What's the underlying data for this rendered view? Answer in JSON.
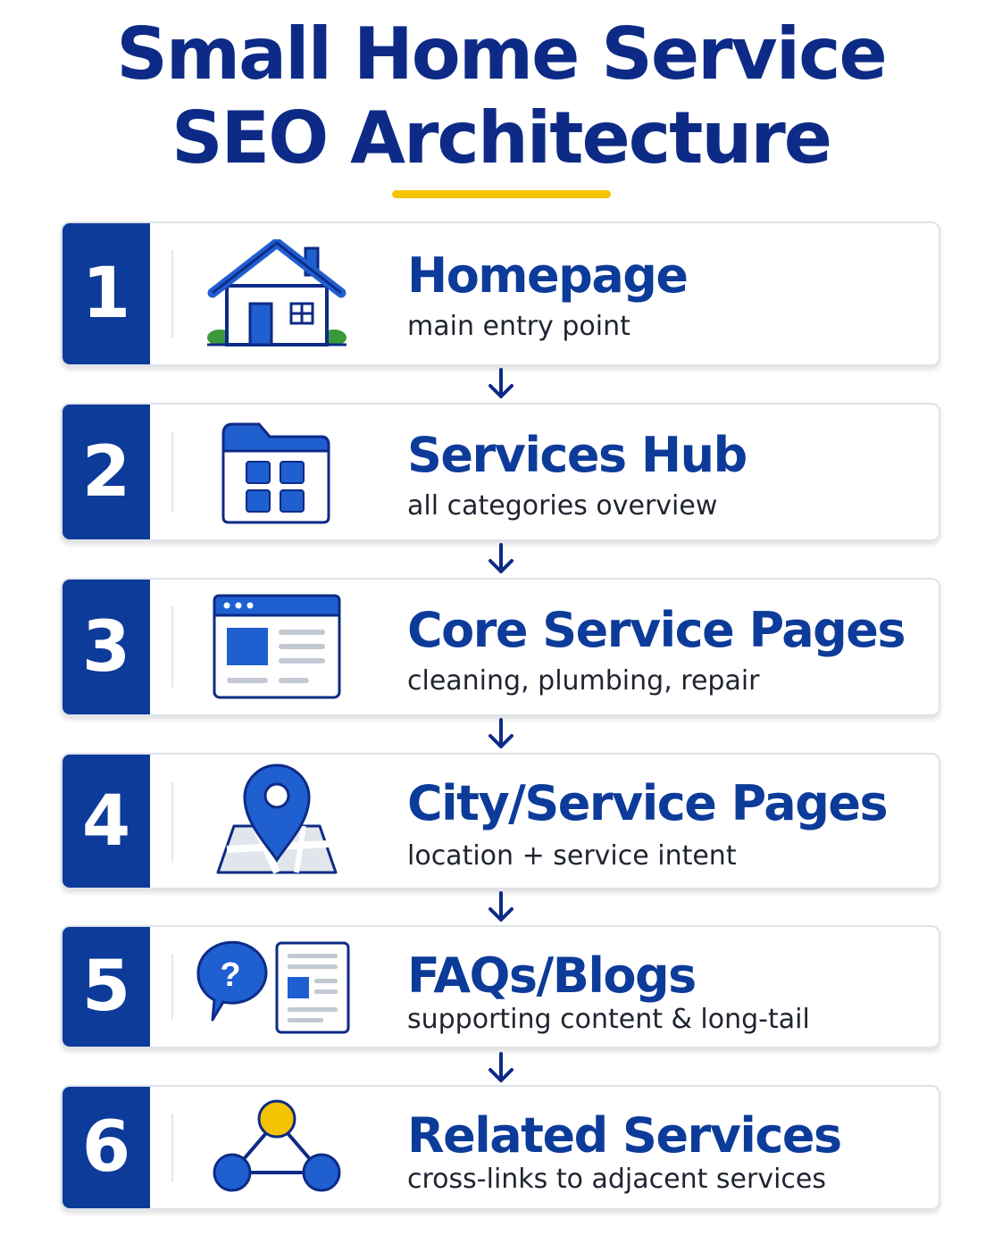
{
  "title": {
    "line1": "Small Home Service",
    "line2": "SEO Architecture"
  },
  "steps": [
    {
      "number": "1",
      "heading": "Homepage",
      "subtitle": "main entry point",
      "icon": "house-icon"
    },
    {
      "number": "2",
      "heading": "Services Hub",
      "subtitle": "all categories overview",
      "icon": "folder-grid-icon"
    },
    {
      "number": "3",
      "heading": "Core Service Pages",
      "subtitle": "cleaning, plumbing, repair",
      "icon": "browser-page-icon"
    },
    {
      "number": "4",
      "heading": "City/Service Pages",
      "subtitle": "location + service intent",
      "icon": "map-pin-icon"
    },
    {
      "number": "5",
      "heading": "FAQs/Blogs",
      "subtitle": "supporting content & long-tail",
      "icon": "faq-document-icon"
    },
    {
      "number": "6",
      "heading": "Related Services",
      "subtitle": "cross-links to adjacent services",
      "icon": "network-triangle-icon"
    }
  ],
  "colors": {
    "primary": "#0d3b9a",
    "title": "#0d2b86",
    "accent_yellow": "#f5c400",
    "icon_blue": "#1f5fd0"
  }
}
